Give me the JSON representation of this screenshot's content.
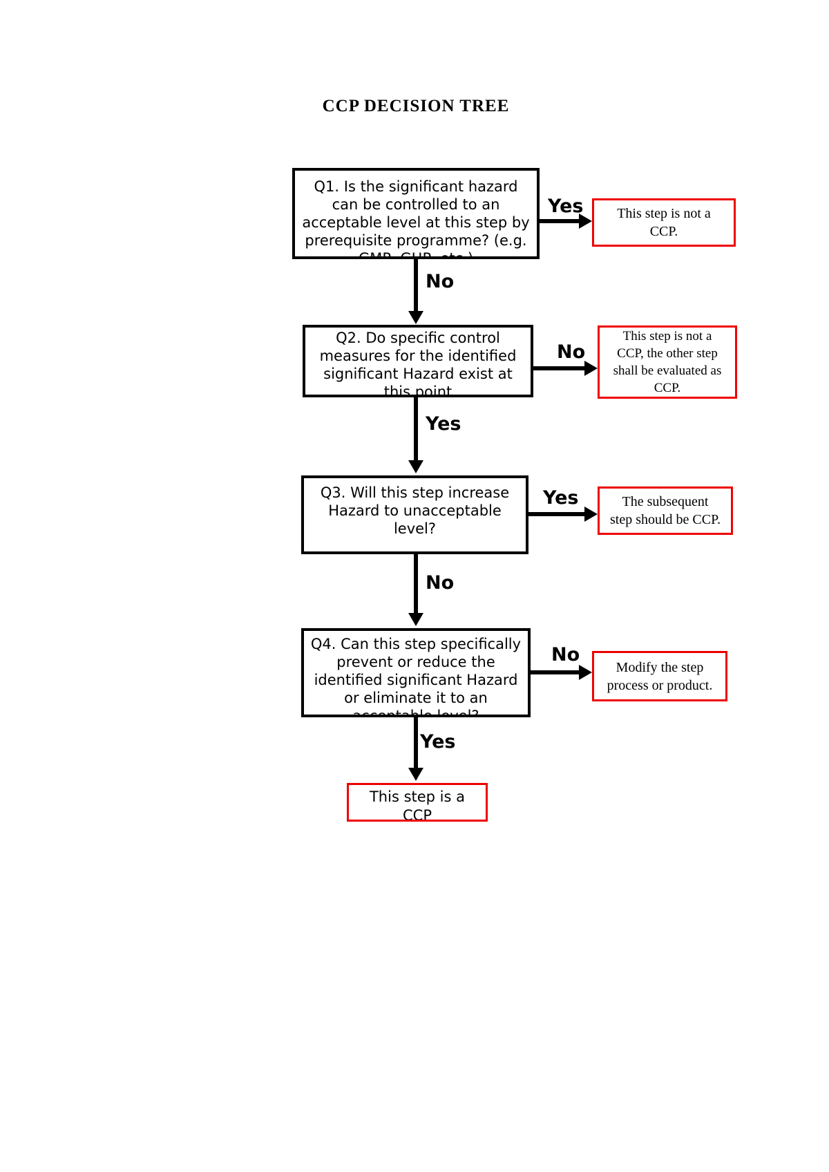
{
  "title": "CCP DECISION TREE",
  "questions": {
    "q1": {
      "lines": [
        "Q1. Is the significant hazard",
        "can be controlled to an",
        "acceptable level at this step by",
        "prerequisite programme? (e.g.",
        "GMP, GHP, etc.)"
      ]
    },
    "q2": {
      "lines": [
        "Q2. Do specific control",
        "measures for the identified",
        "significant Hazard exist at",
        "this point"
      ]
    },
    "q3": {
      "lines": [
        "Q3. Will this step increase",
        "Hazard to unacceptable",
        "level?"
      ]
    },
    "q4": {
      "lines": [
        "Q4. Can this step specifically",
        "prevent or reduce the",
        "identified significant Hazard",
        "or eliminate it to an",
        "acceptable level?"
      ]
    }
  },
  "results": {
    "not_ccp": {
      "lines": [
        "This step is not a",
        "CCP."
      ]
    },
    "other_step": {
      "lines": [
        "This step is not a",
        "CCP, the other step",
        "shall be evaluated as",
        "CCP."
      ]
    },
    "subsequent": {
      "lines": [
        "The subsequent",
        "step should be CCP."
      ]
    },
    "modify": {
      "lines": [
        "Modify the step",
        "process or product."
      ]
    },
    "is_ccp": {
      "lines": [
        "This step is a",
        "CCP"
      ]
    }
  },
  "edge_labels": {
    "q1_yes": "Yes",
    "q1_no": "No",
    "q2_no": "No",
    "q2_yes": "Yes",
    "q3_yes": "Yes",
    "q3_no": "No",
    "q4_no": "No",
    "q4_yes": "Yes"
  },
  "colors": {
    "question_border": "#000000",
    "result_border": "#ee0000",
    "arrow": "#000000",
    "text": "#000000",
    "background": "#ffffff"
  }
}
